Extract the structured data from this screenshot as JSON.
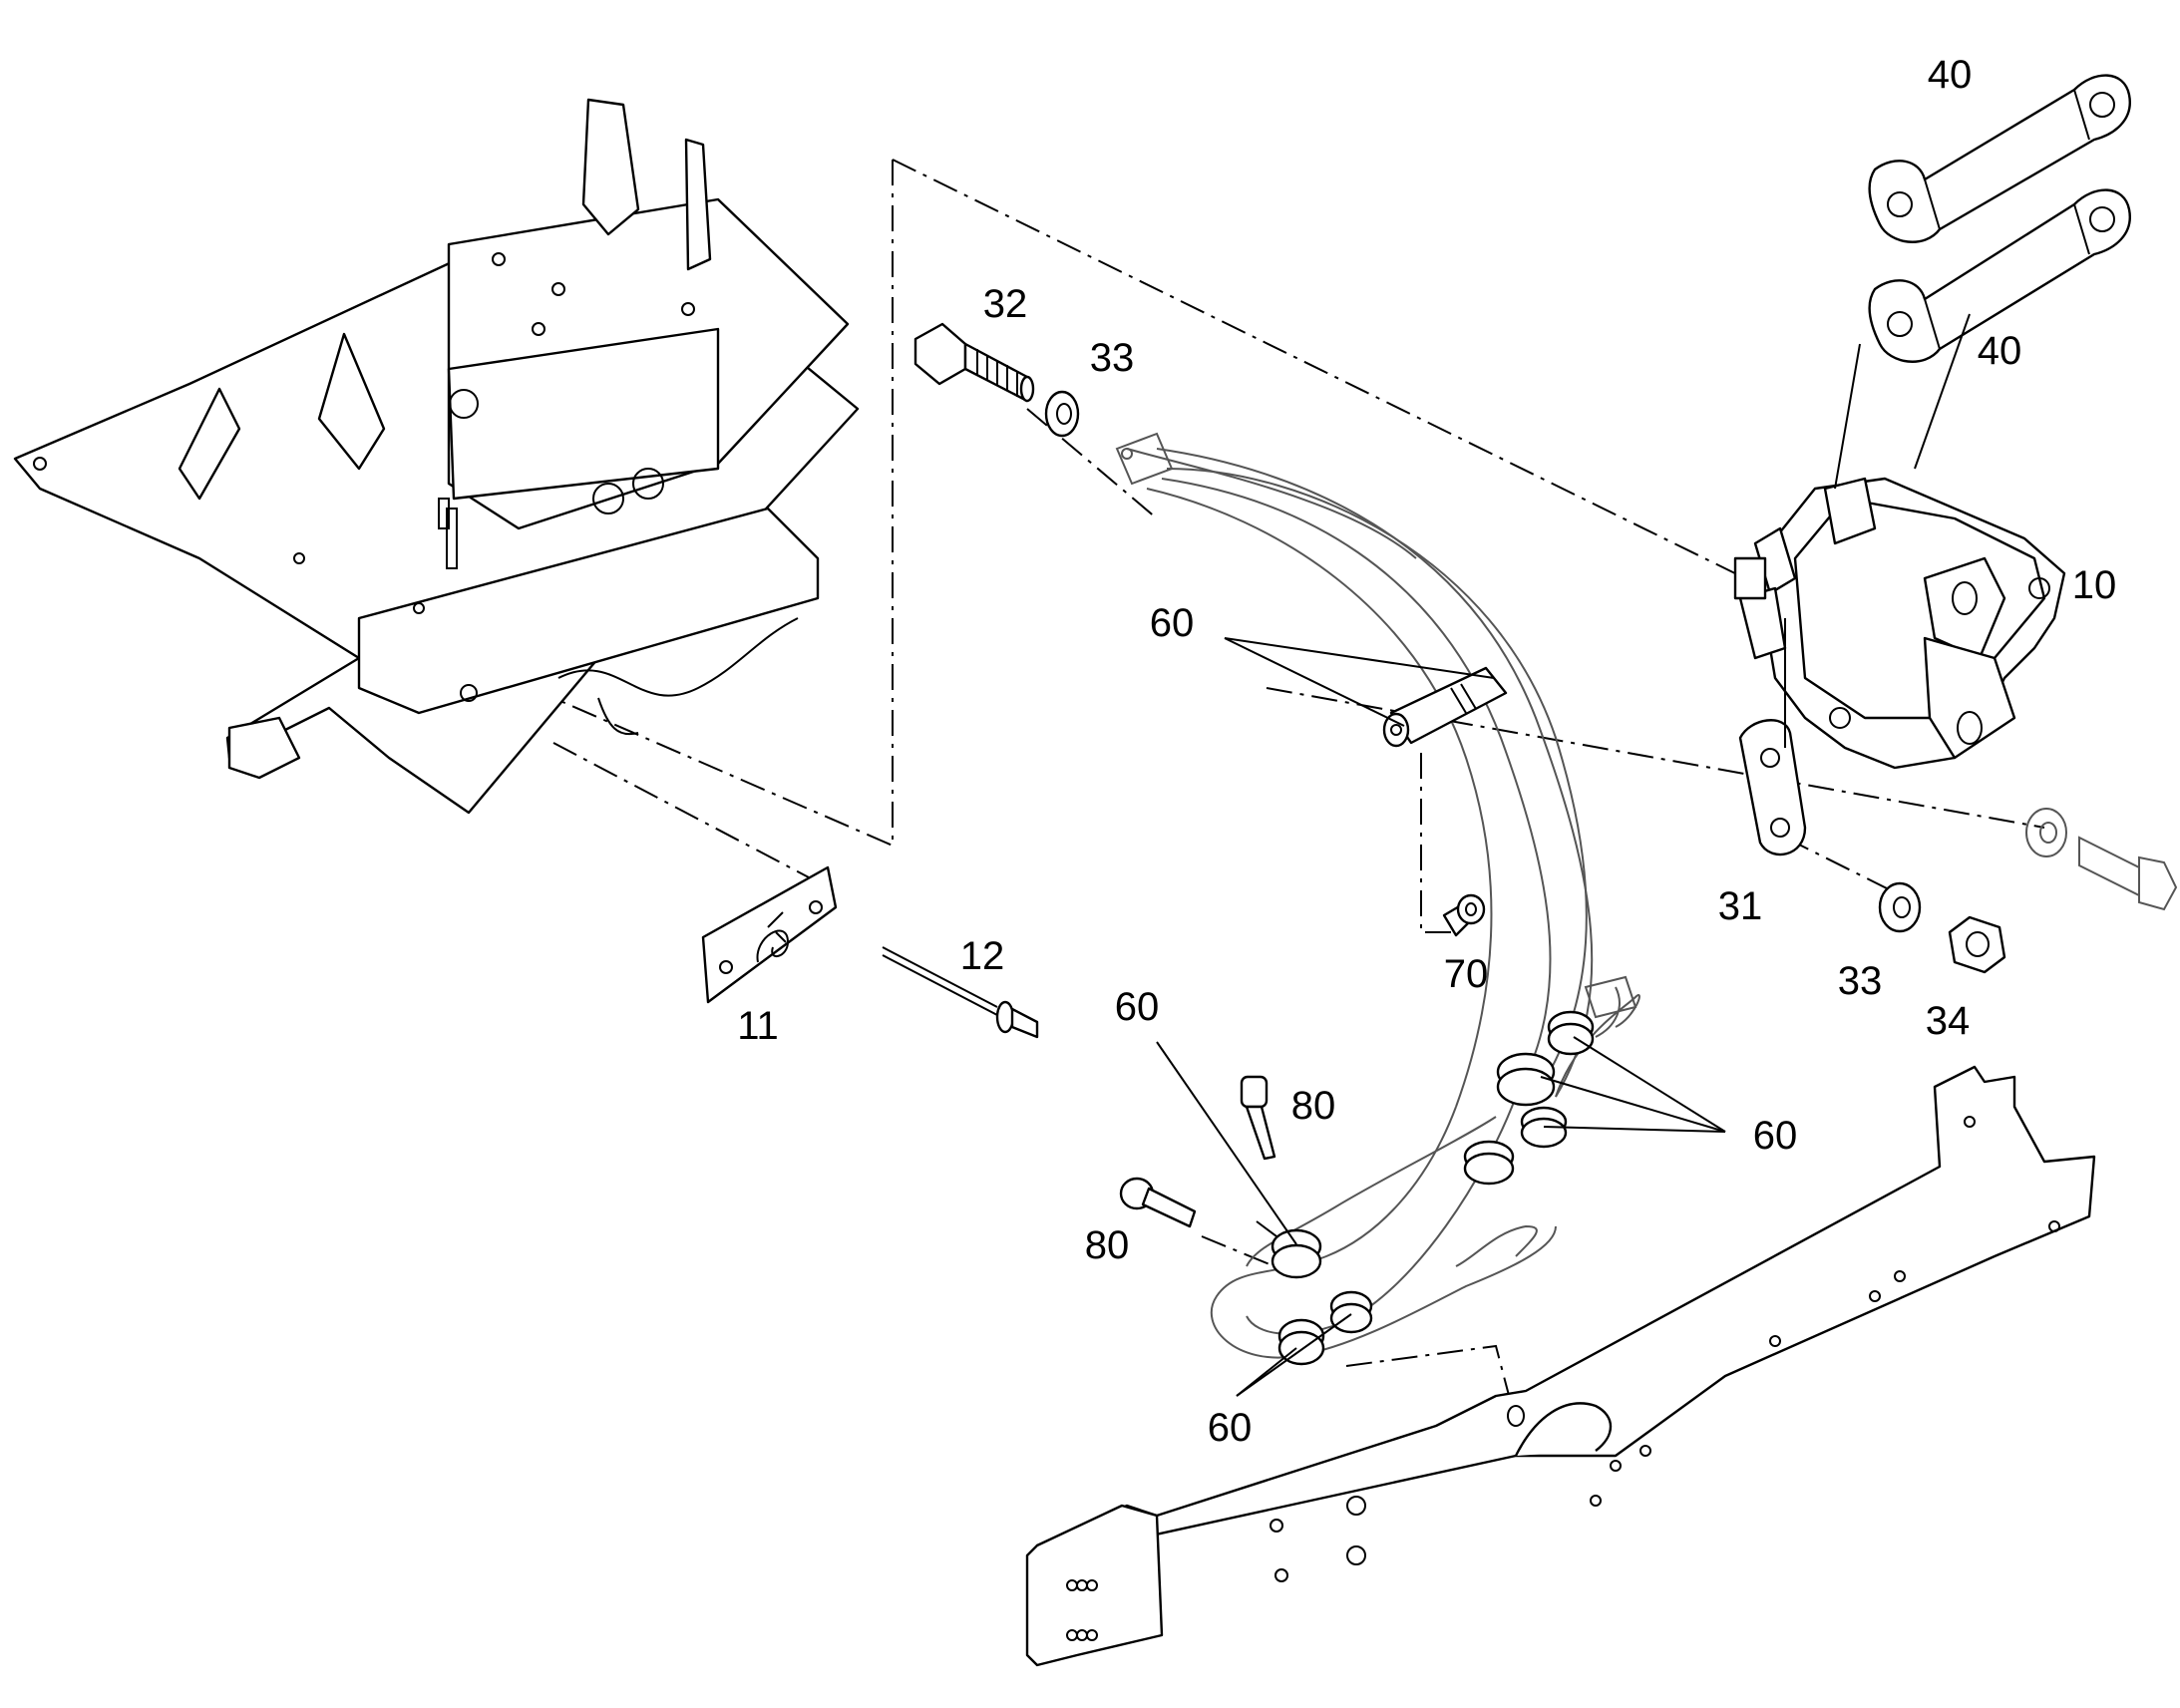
{
  "callouts": [
    {
      "id": "c40a",
      "text": "40"
    },
    {
      "id": "c40b",
      "text": "40"
    },
    {
      "id": "c10",
      "text": "10"
    },
    {
      "id": "c32",
      "text": "32"
    },
    {
      "id": "c33a",
      "text": "33"
    },
    {
      "id": "c60a",
      "text": "60"
    },
    {
      "id": "c31",
      "text": "31"
    },
    {
      "id": "c33b",
      "text": "33"
    },
    {
      "id": "c34",
      "text": "34"
    },
    {
      "id": "c70",
      "text": "70"
    },
    {
      "id": "c12",
      "text": "12"
    },
    {
      "id": "c11",
      "text": "11"
    },
    {
      "id": "c60b",
      "text": "60"
    },
    {
      "id": "c80a",
      "text": "80"
    },
    {
      "id": "c60c",
      "text": "60"
    },
    {
      "id": "c80b",
      "text": "80"
    },
    {
      "id": "c60d",
      "text": "60"
    }
  ],
  "colors": {
    "line": "#000000",
    "background": "#ffffff"
  },
  "icons": {
    "decal": "motor-symbol-icon"
  }
}
